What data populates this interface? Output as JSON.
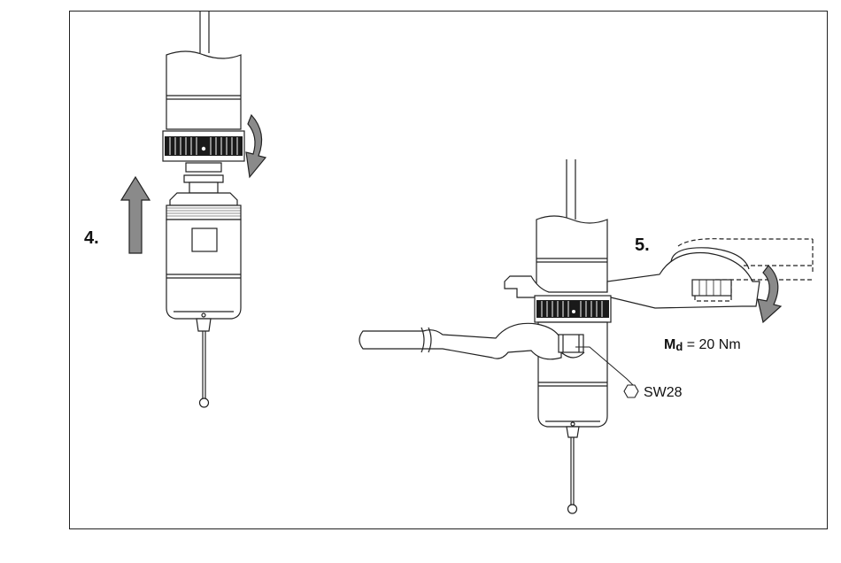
{
  "labels": {
    "step4": "4.",
    "step5": "5.",
    "torque_symbol": "M",
    "torque_sub": "d",
    "torque_value": " = 20 Nm",
    "wrench_size": "SW28"
  },
  "icons": {
    "rotation_arrow": "curved-arrow-icon",
    "lift_arrow": "up-arrow-icon",
    "wrench_size": "hexagon-icon"
  },
  "colors": {
    "line": "#222222",
    "arrow_fill": "#8a8a8a",
    "knurl": "#1a1a1a"
  }
}
